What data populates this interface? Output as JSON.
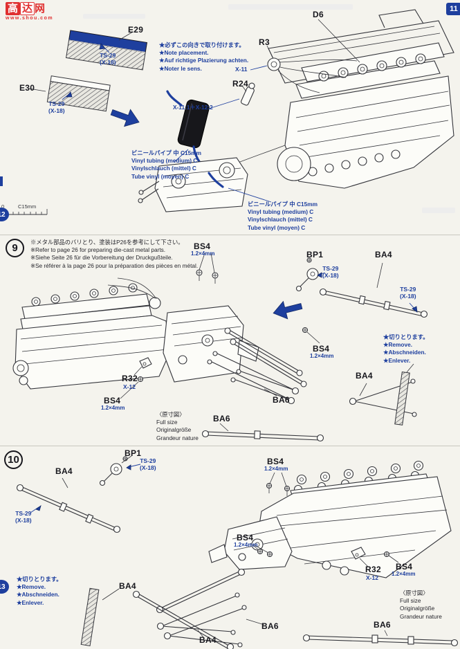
{
  "page": {
    "bg": "#f4f3ed",
    "accent_blue": "#1e3f9e",
    "watermark": {
      "a": "高",
      "b": "达",
      "c": "网",
      "url": "www.shou.com"
    }
  },
  "tabs": {
    "right_top": "11",
    "left_mid": "12",
    "left_bottom": "13"
  },
  "ruler": {
    "zero": "0",
    "label": "C15mm"
  },
  "step8": {
    "e29": "E29",
    "e30": "E30",
    "d6": "D6",
    "r3": "R3",
    "r24": "R24",
    "x11": "X-11",
    "mix": "X-11:1＋X-12:2",
    "ts29_e29": [
      "TS-29",
      "(X-18)"
    ],
    "ts29_e30": [
      "TS-29",
      "(X-18)"
    ],
    "note_placement": [
      "★必ずこの向きで取り付けます。",
      "★Note placement.",
      "★Auf richtige Plazierung achten.",
      "★Noter le sens."
    ],
    "vinyl_a": [
      "ビニールパイプ 中 C15mm",
      "Vinyl tubing (medium) C",
      "Vinylschlauch (mittel) C",
      "Tube vinyl (moyen) C"
    ],
    "vinyl_b": [
      "ビニールパイプ 中 C15mm",
      "Vinyl tubing (medium) C",
      "Vinylschlauch (mittel) C",
      "Tube vinyl (moyen) C"
    ]
  },
  "step9": {
    "number": "9",
    "header": [
      "※メタル部品のバリとり、塗装はP26を参考にして下さい。",
      "※Refer to page 26 for preparing die-cast metal parts.",
      "※Siehe Seite 26 für die Vorbereitung der Druckgußteile.",
      "※Se référer à la page 26 pour la préparation des pièces en métal."
    ],
    "bs4_top": "BS4",
    "bs4_top_size": "1.2×4mm",
    "bp1": "BP1",
    "ts29_bp1": [
      "TS-29",
      "(X-18)"
    ],
    "ba4_top": "BA4",
    "ts29_ba4": [
      "TS-29",
      "(X-18)"
    ],
    "bs4_mid": "BS4",
    "bs4_mid_size": "1.2×4mm",
    "remove": [
      "★切りとります。",
      "★Remove.",
      "★Abschneiden.",
      "★Enlever."
    ],
    "ba4_right": "BA4",
    "r32": "R32",
    "r32_paint": "X-12",
    "bs4_left": "BS4",
    "bs4_left_size": "1.2×4mm",
    "ba6": "BA6",
    "fullsize": [
      "〈原寸図〉",
      "Full size",
      "Originalgröße",
      "Grandeur nature"
    ],
    "ba6_fullsize": "BA6"
  },
  "step10": {
    "number": "10",
    "bp1": "BP1",
    "ts29_bp1": [
      "TS-29",
      "(X-18)"
    ],
    "ba4_left": "BA4",
    "ts29_ba4": [
      "TS-29",
      "(X-18)"
    ],
    "bs4_top": "BS4",
    "bs4_top_size": "1.2×4mm",
    "bs4_mid": "BS4",
    "bs4_mid_size": "1.2×4mm",
    "bs4_right": "BS4",
    "bs4_right_size": "1.2×4mm",
    "r32": "R32",
    "r32_paint": "X-12",
    "remove": [
      "★切りとります。",
      "★Remove.",
      "★Abschneiden.",
      "★Enlever."
    ],
    "ba4_sprue": "BA4",
    "ba4_arm": "BA4",
    "ba6": "BA6",
    "fullsize": [
      "〈原寸図〉",
      "Full size",
      "Originalgröße",
      "Grandeur nature"
    ],
    "ba6_fullsize": "BA6"
  }
}
